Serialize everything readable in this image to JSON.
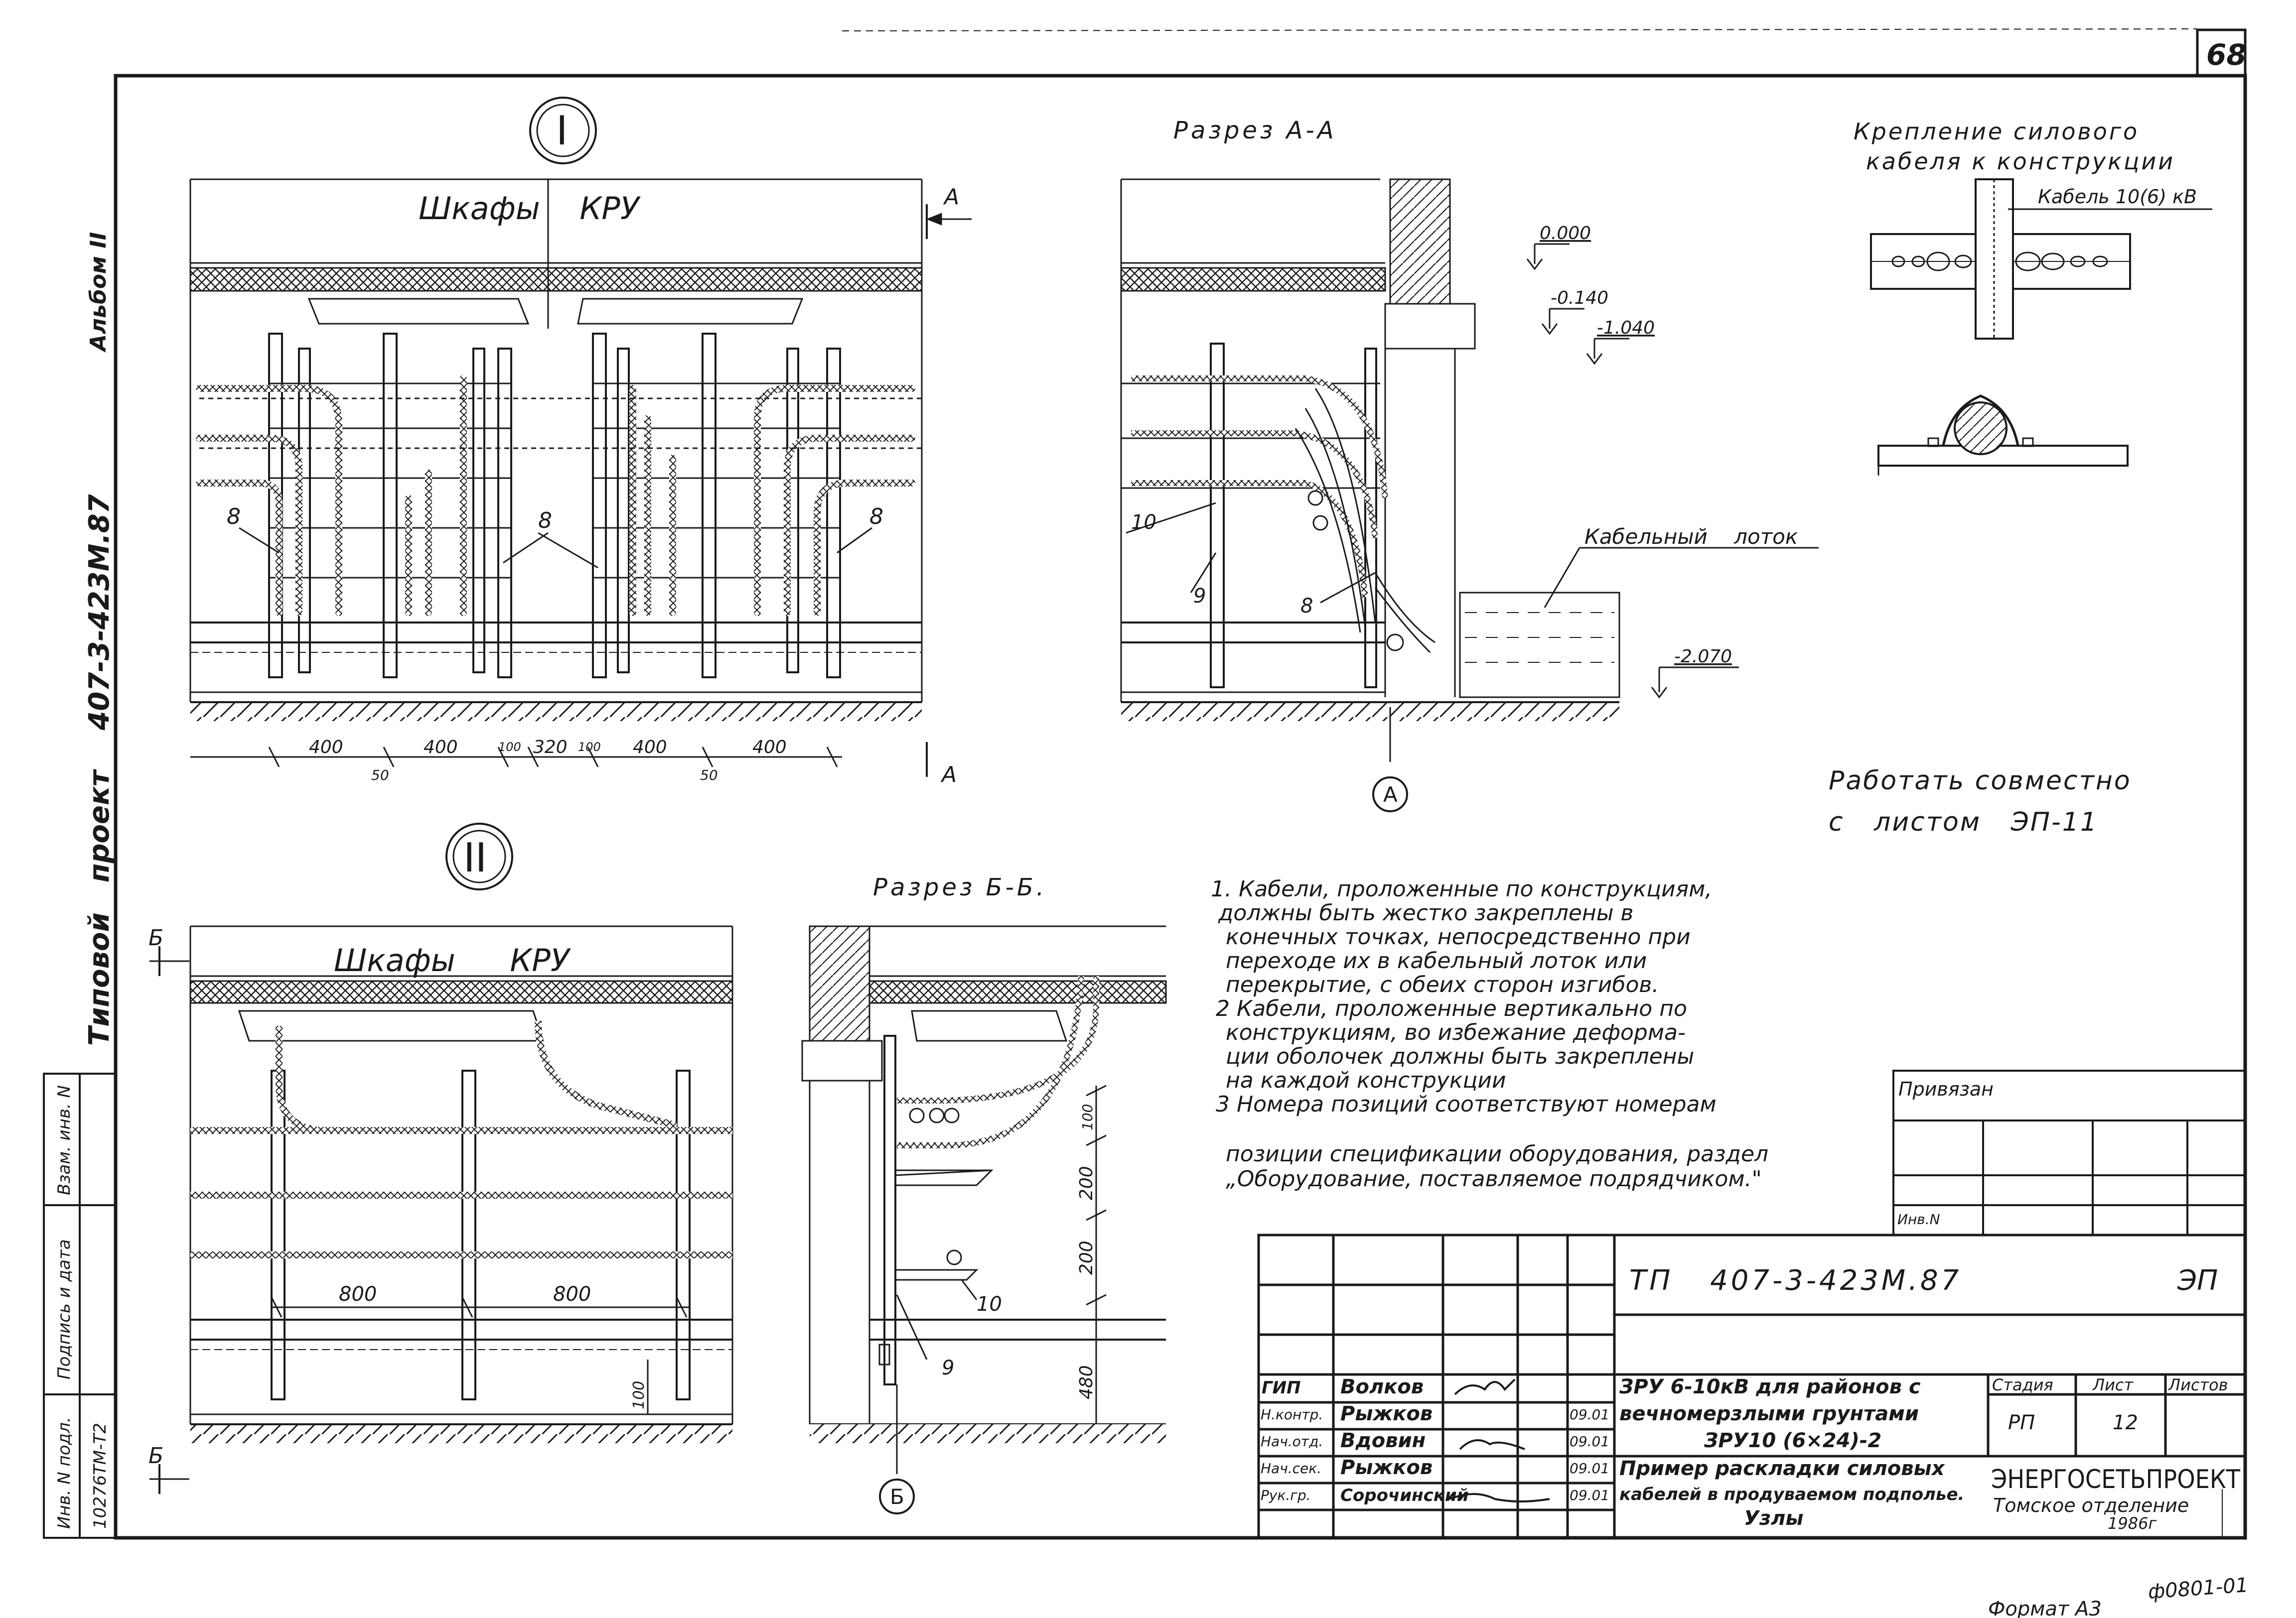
{
  "sheet": {
    "sheet_number": "68",
    "bottom_code": "ф0801-01",
    "format_label": "Формат А3"
  },
  "side_strip": {
    "text_parts": [
      "Альбом ",
      "II",
      "Типовой",
      "проект",
      "407-3-423М.87"
    ],
    "cells": [
      "Взам. инв. N",
      "Подпись и дата",
      "Инв. N подл.",
      "10276ТМ-Т2"
    ]
  },
  "view1": {
    "marker": "I",
    "title": "Шкафы КРУ",
    "section_mark": "А",
    "callouts": [
      "8",
      "8",
      "8",
      "8"
    ],
    "dims": [
      "400",
      "50",
      "400",
      "100",
      "320",
      "100",
      "400",
      "50",
      "400"
    ]
  },
  "sectionA": {
    "title": "Разрез А-А",
    "marker": "А",
    "callouts": [
      "10",
      "9",
      "8"
    ],
    "levels": [
      "0.000",
      "-0.140",
      "-1.040",
      "-2.070"
    ],
    "tray_label": "Кабельный лоток"
  },
  "detail": {
    "title_lines": [
      "Крепление силового",
      "кабеля к конструкции"
    ],
    "cable_label": "Кабель 10(6) кВ"
  },
  "note_work": {
    "lines": [
      "Работать совместно",
      "с листом ЭП-11"
    ]
  },
  "view2": {
    "marker": "II",
    "title": "Шкафы КРУ",
    "section_mark": "Б",
    "dims": [
      "800",
      "800",
      "100"
    ]
  },
  "sectionB": {
    "title": "Разрез Б-Б.",
    "marker": "Б",
    "callouts": [
      "10",
      "9"
    ],
    "dims": [
      "100",
      "200",
      "200",
      "480"
    ]
  },
  "notes": {
    "lines": [
      "1. Кабели, проложенные по конструкциям,",
      "должны быть жестко закреплены в",
      "конечных точках, непосредственно при",
      "переходе их в кабельный лоток или",
      "перекрытие, с обеих сторон изгибов.",
      "2 Кабели, проложенные вертикально по",
      "конструкциям, во избежание деформа-",
      "ции оболочек должны быть закреплены",
      "на каждой конструкции",
      "3 Номера позиций соответствуют номерам",
      "позиции спецификации оборудования, раздел",
      "„Оборудование, поставляемое подрядчиком.\""
    ]
  },
  "privyazan": {
    "label": "Привязан",
    "inv": "Инв.N"
  },
  "title_block": {
    "doc_code": "ТП 407-3-423М.87",
    "mark": "ЭП",
    "staff": [
      {
        "role": "ГИП",
        "name": "Волков",
        "date": ""
      },
      {
        "role": "Н.контр.",
        "name": "Рыжков",
        "date": "09.01"
      },
      {
        "role": "Нач.отд.",
        "name": "Вдовин",
        "date": "09.01"
      },
      {
        "role": "Нач.сек.",
        "name": "Рыжков",
        "date": "09.01"
      },
      {
        "role": "Рук.гр.",
        "name": "Сорочинский",
        "date": "09.01"
      }
    ],
    "project_lines": [
      "ЗРУ 6-10кВ для районов с",
      "вечномерзлыми грунтами",
      "ЗРУ10 (6×24)-2"
    ],
    "sheet_lines": [
      "Пример раскладки силовых",
      "кабелей в продуваемом подполье.",
      "Узлы"
    ],
    "stage_header": "Стадия",
    "sheet_header": "Лист",
    "sheets_header": "Листов",
    "stage": "РП",
    "sheet": "12",
    "org": "ЭНЕРГОСЕТЬПРОЕКТ",
    "branch": "Томское отделение",
    "year": "1986г"
  }
}
